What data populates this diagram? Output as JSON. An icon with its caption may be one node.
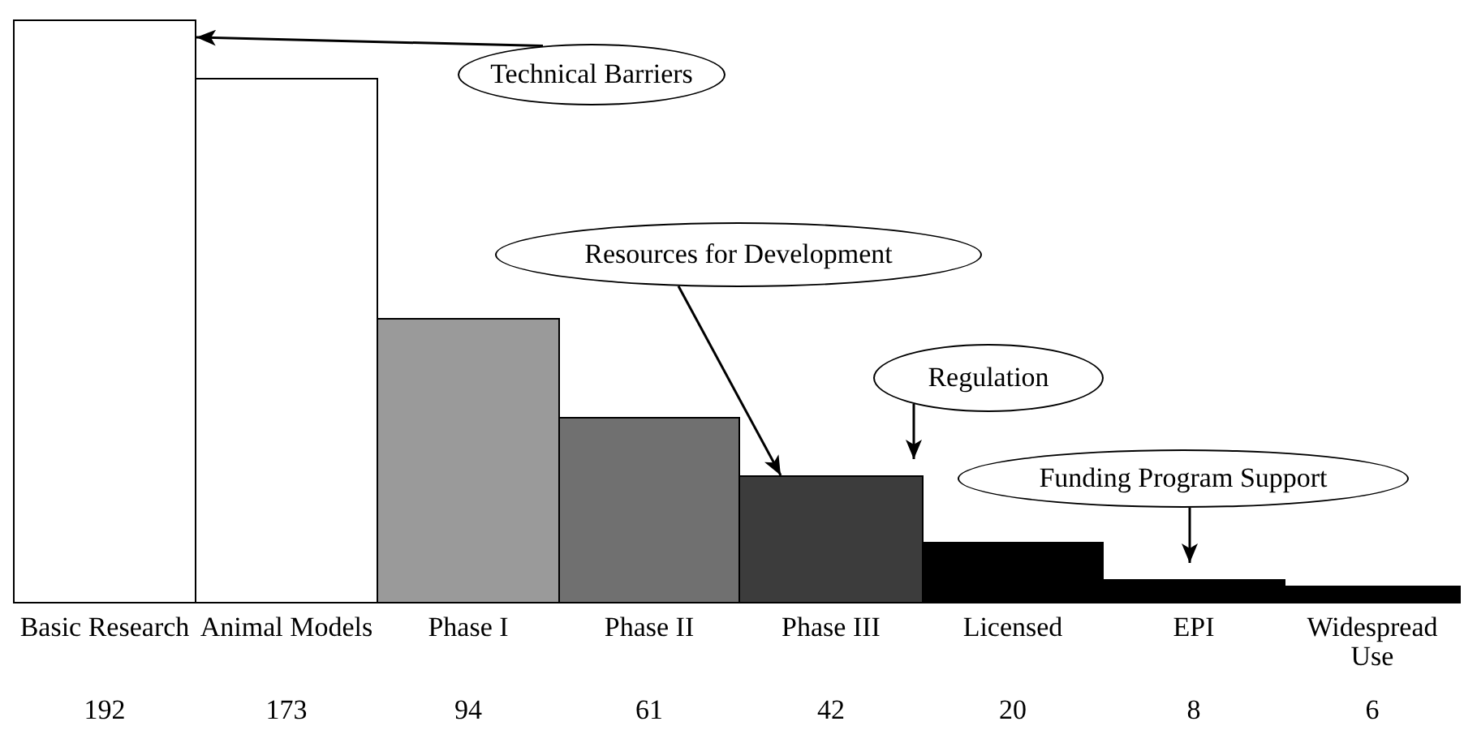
{
  "diagram": {
    "nodes": [
      {
        "text": [
          "Technical Barriers"
        ]
      },
      {
        "text": [
          "Resources for Development"
        ]
      },
      {
        "text": [
          "Regulation"
        ]
      },
      {
        "text": [
          "Funding Program Support"
        ]
      },
      {
        "text": [],
        "shape": "bar",
        "beside": [
          "Basic Research",
          "192"
        ]
      },
      {
        "text": [],
        "shape": "bar",
        "beside": [
          "Animal Models",
          "173"
        ]
      },
      {
        "text": [],
        "shape": "bar",
        "beside": [
          "Phase I",
          "94"
        ]
      },
      {
        "text": [],
        "shape": "bar",
        "beside": [
          "Phase II",
          "61"
        ]
      },
      {
        "text": [],
        "shape": "bar",
        "beside": [
          "Phase III",
          "42"
        ]
      },
      {
        "text": [],
        "shape": "bar",
        "beside": [
          "Licensed",
          "20"
        ]
      },
      {
        "text": [],
        "shape": "bar",
        "beside": [
          "EPI",
          "8"
        ]
      },
      {
        "text": [],
        "shape": "bar",
        "beside": [
          "Widespread Use",
          "6"
        ]
      }
    ],
    "edges": [
      {
        "from": 0,
        "to": 4,
        "arrow": "to"
      },
      {
        "from": 1,
        "to": 8,
        "arrow": "to"
      },
      {
        "from": 2,
        "to": 8,
        "arrow": "to"
      },
      {
        "from": 3,
        "to": 10,
        "arrow": "to"
      }
    ]
  }
}
